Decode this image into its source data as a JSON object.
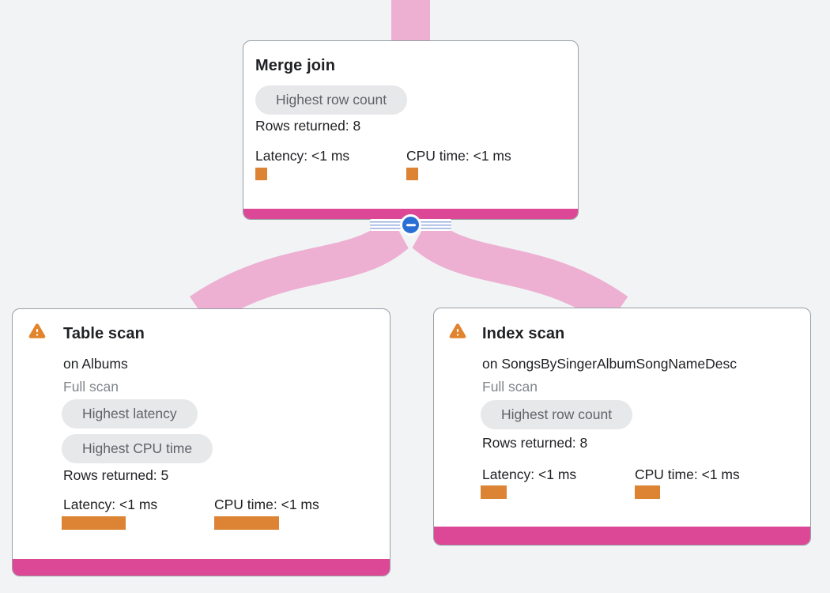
{
  "colors": {
    "background": "#f1f3f4",
    "edge_pink": "#edafd2",
    "accent_magenta": "#dc4896",
    "bar_orange": "#dd8434",
    "warning_orange": "#e2832d",
    "collapse_blue": "#2a6fd4",
    "badge_bg": "#e7e8ea",
    "badge_text": "#5f6368",
    "text_primary": "#202124",
    "text_secondary": "#80868b"
  },
  "nodes": {
    "merge_join": {
      "title": "Merge join",
      "badge_1": "Highest row count",
      "rows_returned": "Rows returned: 8",
      "latency_label": "Latency: <1 ms",
      "cpu_label": "CPU time: <1 ms",
      "latency_bar_width": 15,
      "cpu_bar_width": 15
    },
    "table_scan": {
      "title": "Table scan",
      "subtitle": "on Albums",
      "scan_type": "Full scan",
      "badge_1": "Highest latency",
      "badge_2": "Highest CPU time",
      "rows_returned": "Rows returned: 5",
      "latency_label": "Latency: <1 ms",
      "cpu_label": "CPU time: <1 ms",
      "latency_bar_width": 81,
      "cpu_bar_width": 82
    },
    "index_scan": {
      "title": "Index scan",
      "subtitle": "on SongsBySingerAlbumSongNameDesc",
      "scan_type": "Full scan",
      "badge_1": "Highest row count",
      "rows_returned": "Rows returned: 8",
      "latency_label": "Latency: <1 ms",
      "cpu_label": "CPU time: <1 ms",
      "latency_bar_width": 33,
      "cpu_bar_width": 32
    }
  }
}
